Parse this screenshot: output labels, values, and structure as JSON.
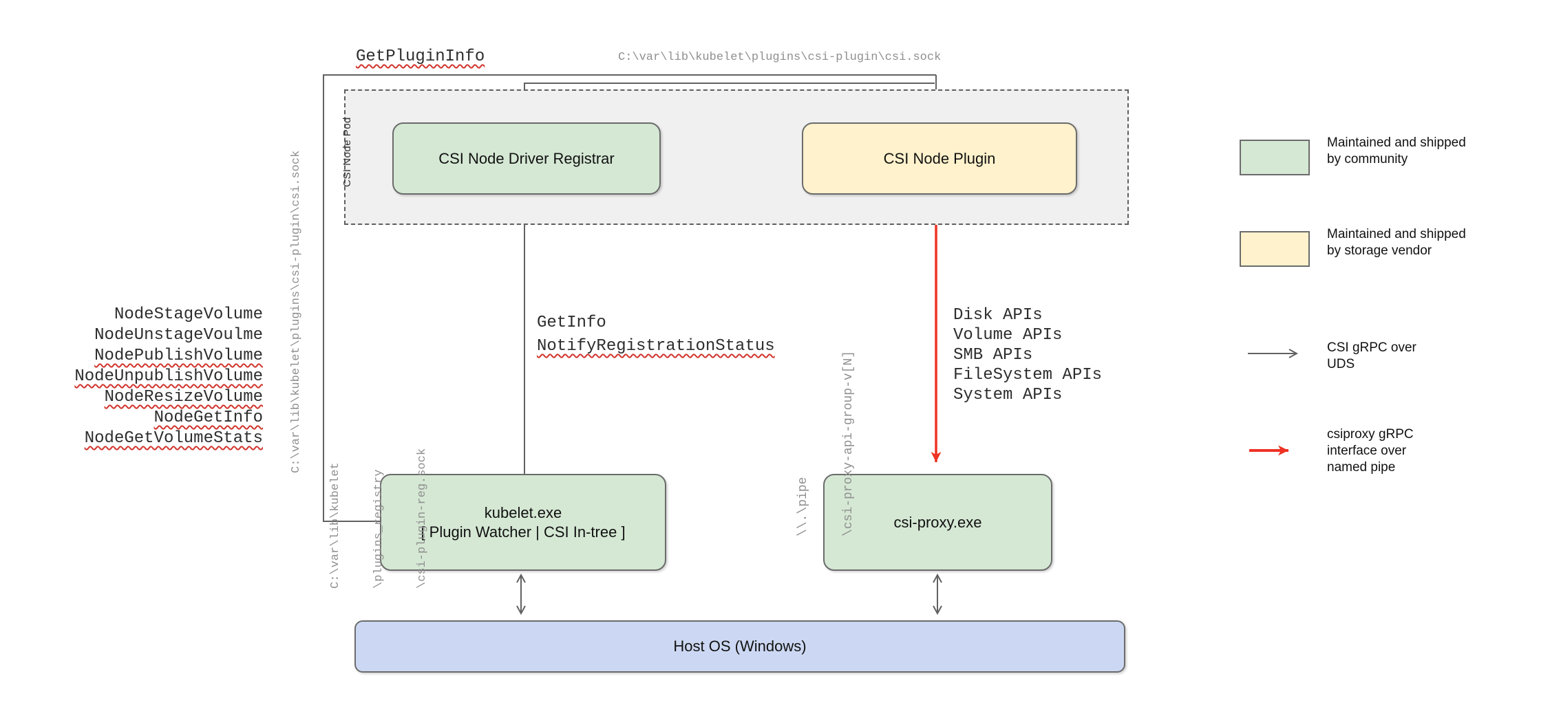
{
  "nodes": {
    "pod_label": "CSI Node Pod",
    "registrar": "CSI Node Driver Registrar",
    "plugin": "CSI Node Plugin",
    "kubelet_line1": "kubelet.exe",
    "kubelet_line2": "[ Plugin Watcher | CSI In-tree ]",
    "csi_proxy": "csi-proxy.exe",
    "host_os": "Host OS (Windows)"
  },
  "edge_labels": {
    "get_plugin_info": "GetPluginInfo",
    "csi_sock_top": "C:\\var\\lib\\kubelet\\plugins\\csi-plugin\\csi.sock",
    "csi_sock_left": "C:\\var\\lib\\kubelet\\plugins\\csi-plugin\\csi.sock",
    "registry_sock_lines": [
      "C:\\var\\lib\\kubelet",
      "\\plugins_registry",
      "\\csi-plugin-reg.sock"
    ],
    "get_info": "GetInfo",
    "notify_registration_status": "NotifyRegistrationStatus",
    "named_pipe_lines": [
      "\\\\.\\pipe",
      "\\csi-proxy-api-group-v[N]"
    ],
    "node_ops": [
      {
        "text": "NodeStageVolume",
        "misspelled": false
      },
      {
        "text": "NodeUnstageVoulme",
        "misspelled": false
      },
      {
        "text": "NodePublishVolume",
        "misspelled": true
      },
      {
        "text": "NodeUnpublishVolume",
        "misspelled": true
      },
      {
        "text": "NodeResizeVolume",
        "misspelled": true
      },
      {
        "text": "NodeGetInfo",
        "misspelled": true
      },
      {
        "text": "NodeGetVolumeStats",
        "misspelled": true
      }
    ],
    "proxy_apis": [
      "Disk APIs",
      "Volume APIs",
      "SMB APIs",
      "FileSystem APIs",
      "System APIs"
    ]
  },
  "legend": {
    "community": {
      "lines": [
        "Maintained and shipped",
        "by community"
      ]
    },
    "vendor": {
      "lines": [
        "Maintained and shipped",
        "by storage vendor"
      ]
    },
    "uds": {
      "lines": [
        "CSI gRPC over",
        "UDS"
      ]
    },
    "named_pipe": {
      "lines": [
        "csiproxy gRPC",
        "interface over",
        "named pipe"
      ]
    }
  },
  "colors": {
    "community_green": "#d5e8d4",
    "vendor_yellow": "#fff2cc",
    "host_blue": "#ccd8f3",
    "pod_gray": "#f0f0f0",
    "line_gray": "#616161",
    "arrow_red": "#ee3224",
    "spellcheck_red": "#d0342c"
  }
}
